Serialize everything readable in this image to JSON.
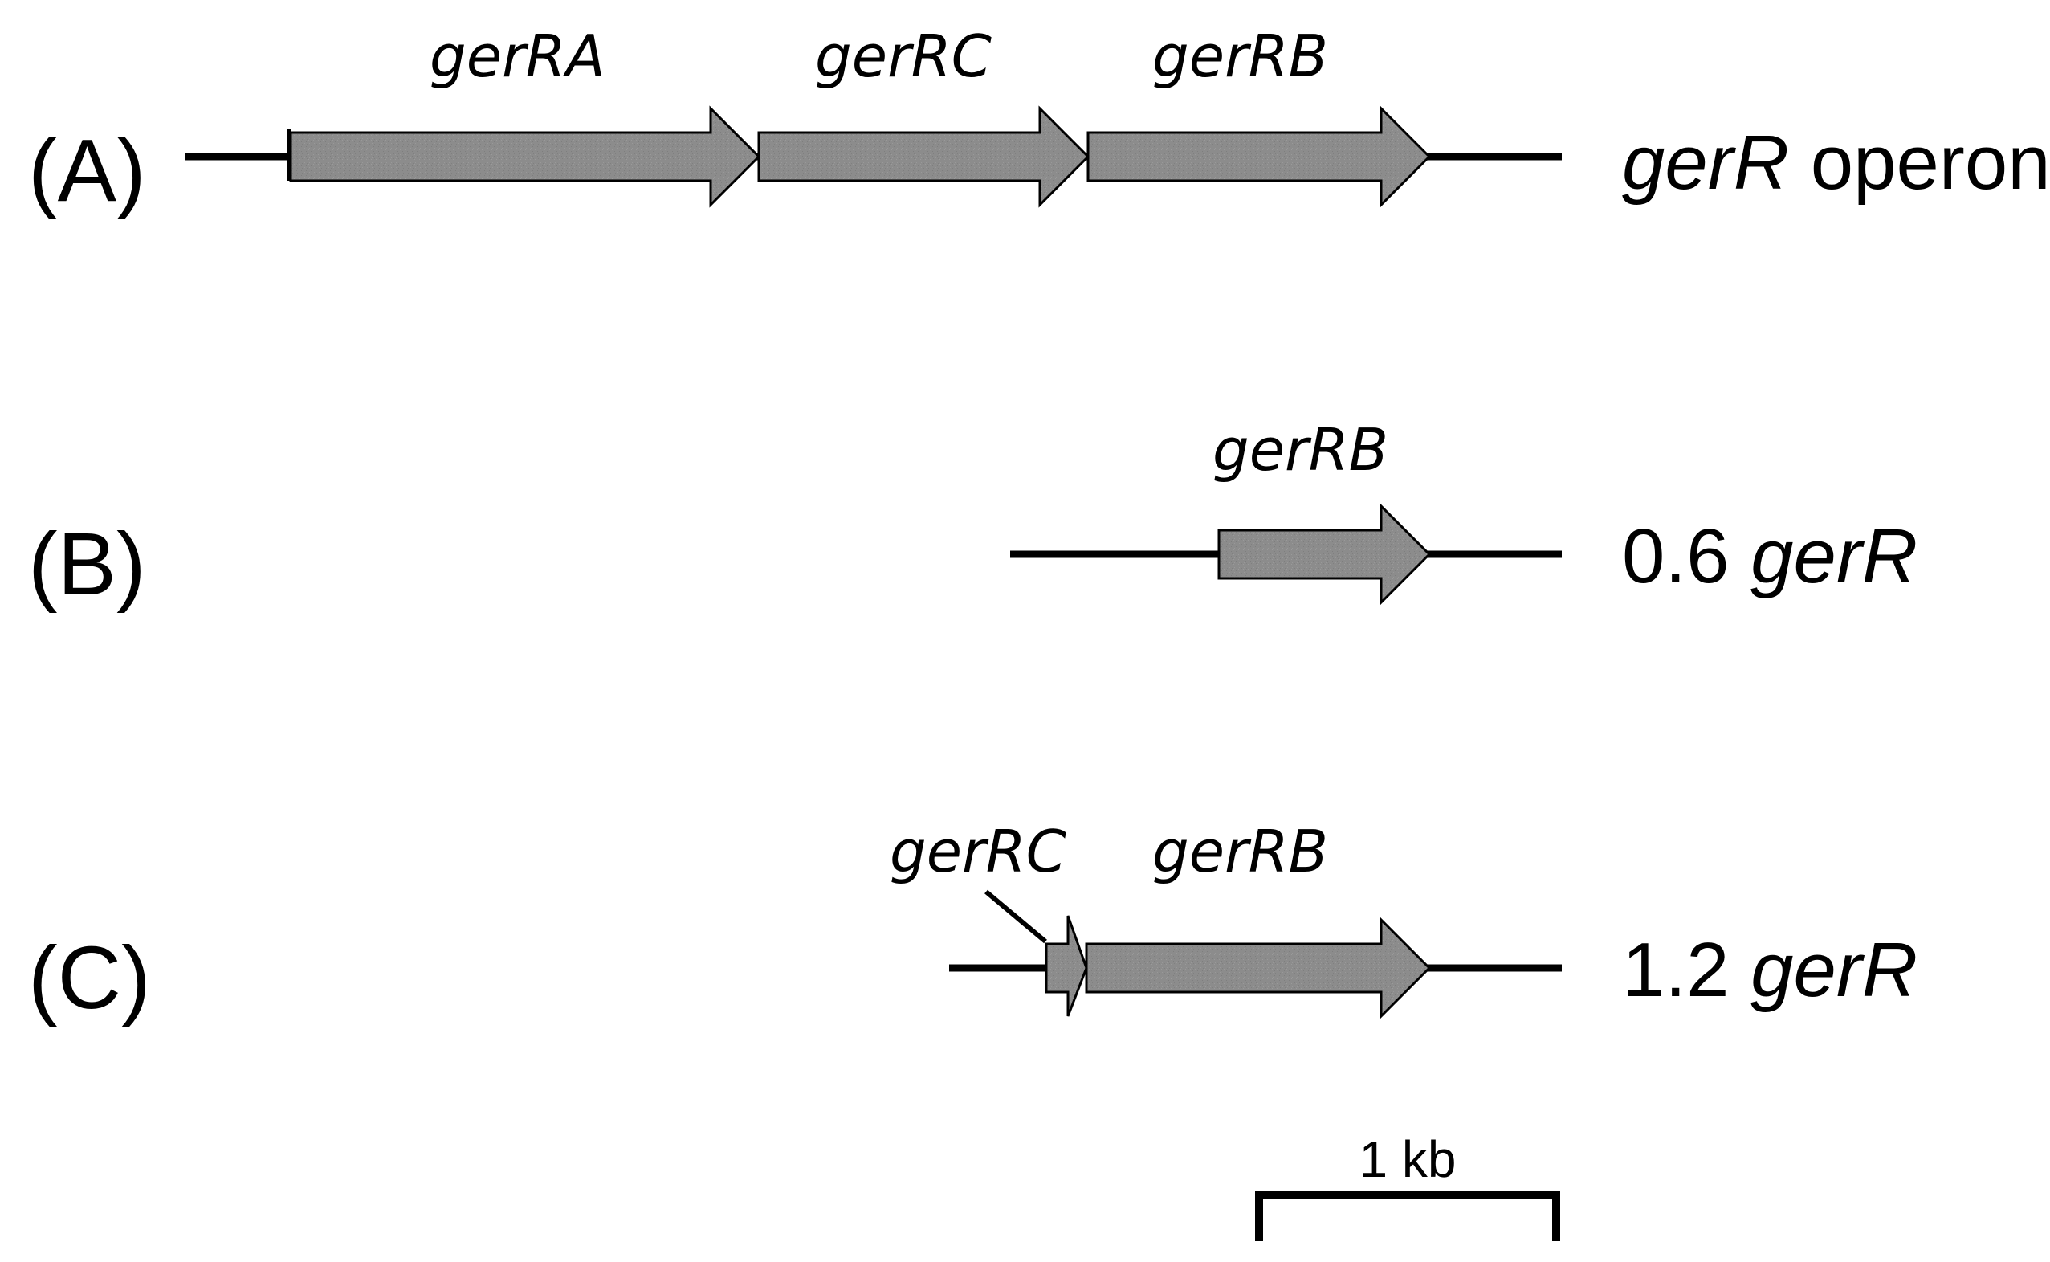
{
  "panels": [
    {
      "id": "A",
      "label": "(A)",
      "construct_gene": "gerR",
      "construct_suffix": " operon",
      "genes": [
        "gerRA",
        "gerRC",
        "gerRB"
      ]
    },
    {
      "id": "B",
      "label": "(B)",
      "construct_prefix": "0.6 ",
      "construct_gene": "gerR",
      "genes": [
        "gerRB"
      ]
    },
    {
      "id": "C",
      "label": "(C)",
      "construct_prefix": "1.2 ",
      "construct_gene": "gerR",
      "genes": [
        "gerRC",
        "gerRB"
      ]
    }
  ],
  "scale_bar": {
    "label": "1 kb"
  },
  "colors": {
    "gene_fill": "#8c8c8c",
    "line": "#000000"
  }
}
